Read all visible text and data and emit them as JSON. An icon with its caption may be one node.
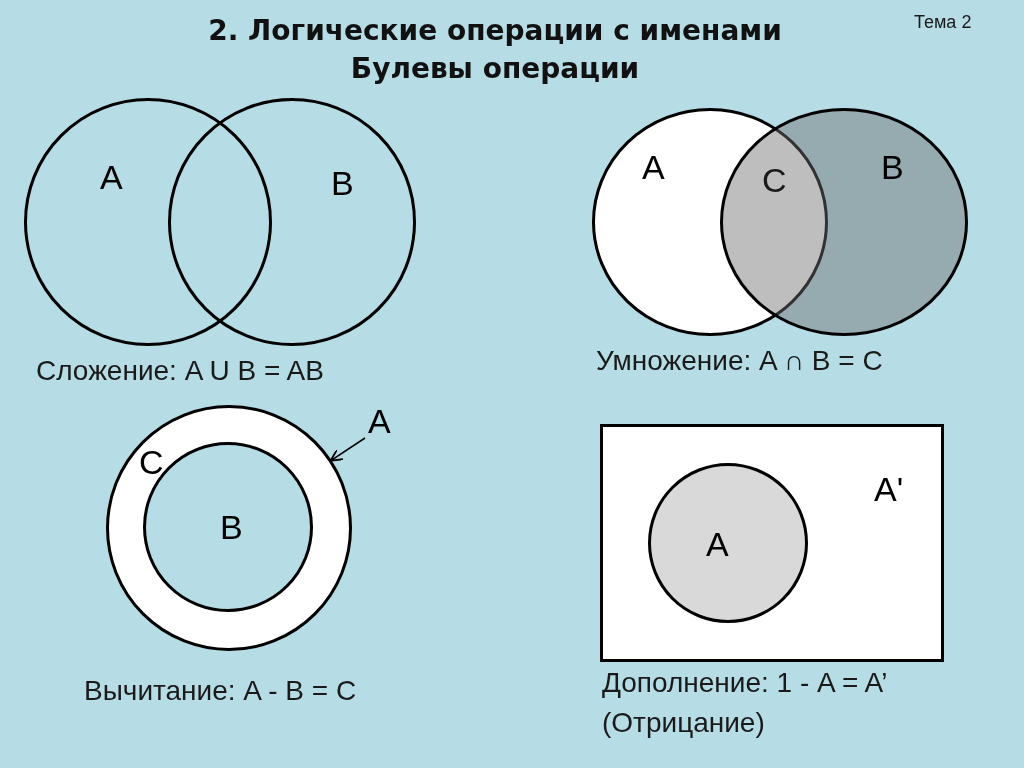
{
  "diagram": {
    "title": "2. Логические операции с именами Булевы операции",
    "nodes": [
      {
        "text": [
          "A"
        ]
      },
      {
        "text": [
          "B"
        ]
      },
      {
        "text": [
          "A"
        ]
      },
      {
        "text": [
          "B"
        ]
      },
      {
        "text": [
          "C"
        ]
      },
      {
        "text": [
          "B"
        ],
        "in": 4
      },
      {
        "text": [
          "A"
        ]
      },
      {
        "text": [
          "A'"
        ]
      },
      {
        "text": [
          "A"
        ],
        "in": 7
      }
    ],
    "edges": [
      {
        "from": 6,
        "to": 4,
        "arrow": "to"
      }
    ],
    "labels": [
      "Тема 2",
      "C",
      "Сложение: A U B = AB",
      "Умножение: A ∩ B = C",
      "Вычитание: A - B = C",
      "Дополнение: 1 - A = A’",
      "(Отрицание)"
    ]
  }
}
